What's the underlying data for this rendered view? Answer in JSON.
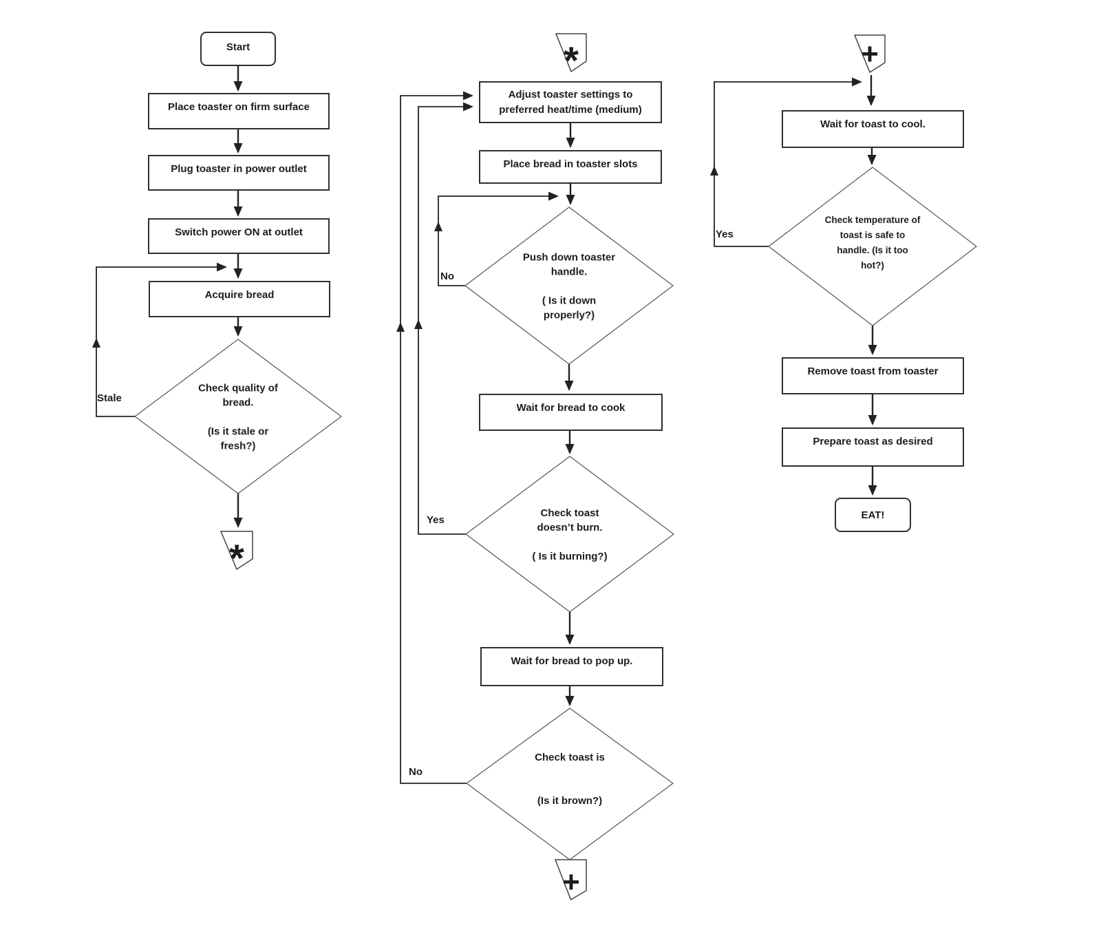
{
  "flowchart": {
    "edge_labels": {
      "stale": "Stale",
      "handle_no": "No",
      "burning_yes": "Yes",
      "brown_no": "No",
      "too_hot_yes": "Yes"
    },
    "connectors": {
      "star": "*",
      "plus": "+"
    },
    "col1": {
      "start": "Start",
      "place_toaster": "Place toaster on firm surface",
      "plug_toaster": "Plug toaster in power outlet",
      "switch_power": "Switch power ON at outlet",
      "acquire_bread": "Acquire bread",
      "check_quality": "Check quality of\nbread.\n\n(Is it stale or\nfresh?)"
    },
    "col2": {
      "adjust_settings": "Adjust toaster settings to\npreferred heat/time (medium)",
      "place_bread": "Place bread in toaster slots",
      "push_handle": "Push down toaster\nhandle.\n\n( Is it down\nproperly?)",
      "wait_cook": "Wait for bread to cook",
      "check_burn": "Check toast\ndoesn’t burn.\n\n( Is it burning?)",
      "wait_pop": "Wait for bread to pop up.",
      "check_brown": "Check toast is\n\n\n(Is it brown?)"
    },
    "col3": {
      "wait_cool": "Wait for toast to cool.",
      "check_temp": "Check temperature of\ntoast is safe to\nhandle. (Is it too\nhot?)",
      "remove_toast": "Remove toast from toaster",
      "prepare_toast": "Prepare toast as desired",
      "eat": "EAT!"
    }
  }
}
